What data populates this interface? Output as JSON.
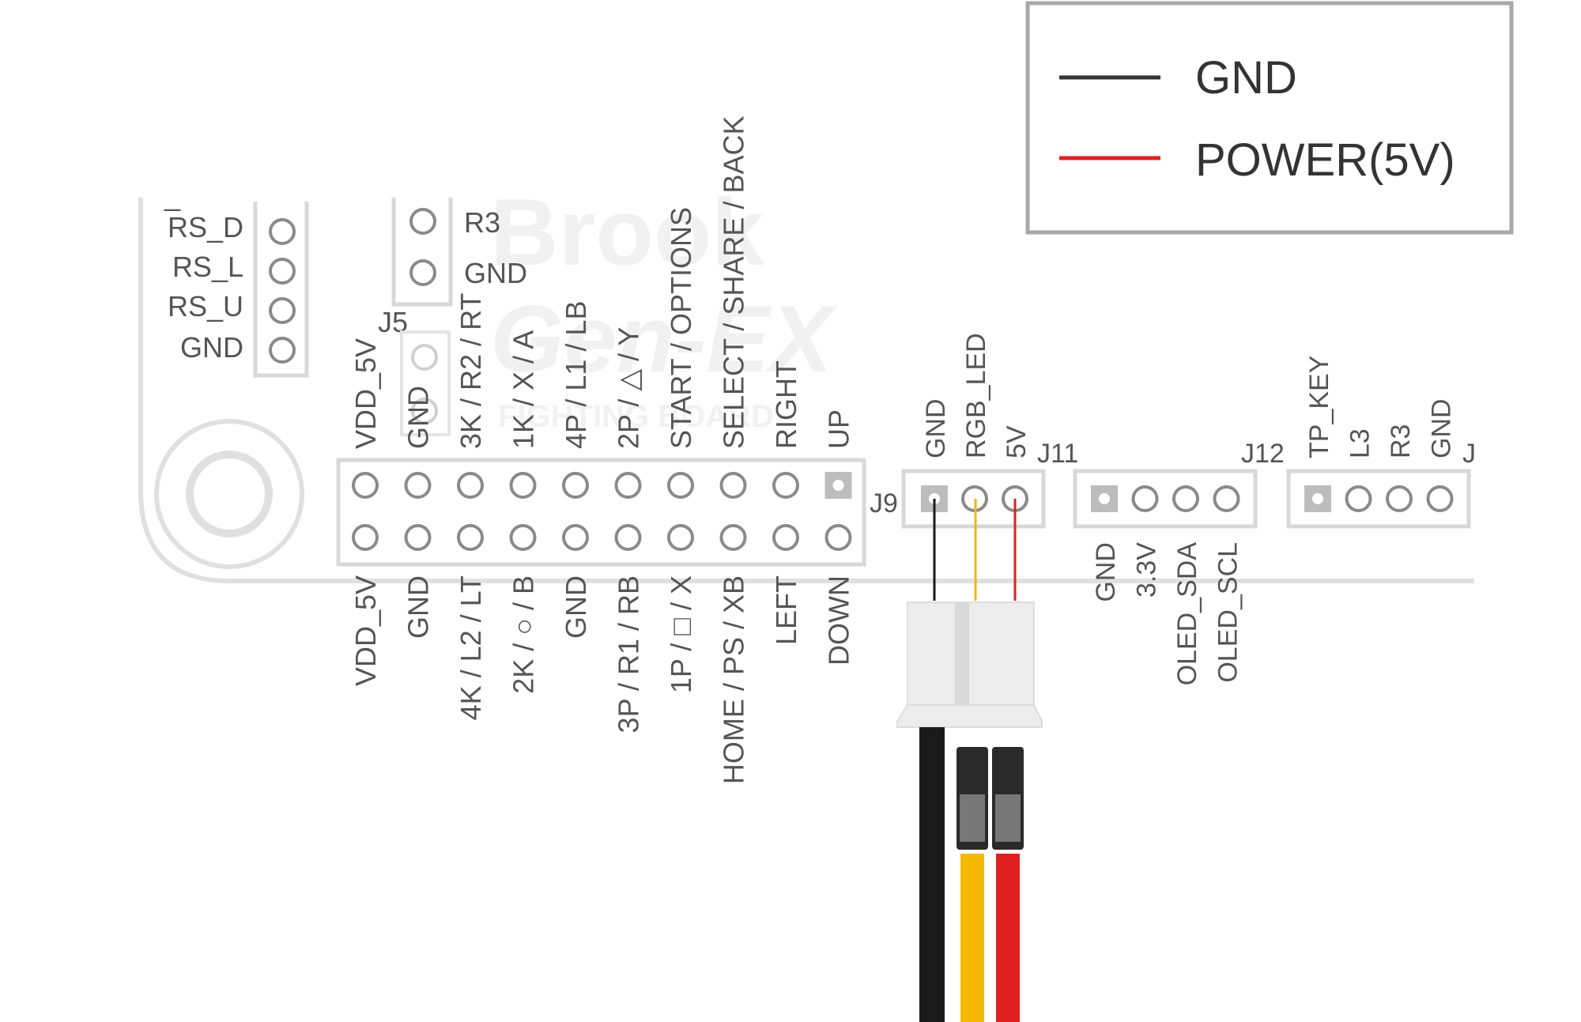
{
  "legend": {
    "items": [
      {
        "label": "GND",
        "color": "#333333"
      },
      {
        "label": "POWER(5V)",
        "color": "#e02020"
      }
    ]
  },
  "watermark": {
    "brand": "Brook",
    "product": "Gen-EX",
    "tagline": "FIGHTING BOARD"
  },
  "left_pins": [
    "RS_D",
    "RS_L",
    "RS_U",
    "GND"
  ],
  "small_header": {
    "pins": [
      "R3",
      "GND"
    ],
    "name": "J5"
  },
  "main_header": {
    "top": [
      "VDD_5V",
      "GND",
      "3K / R2 / RT",
      "1K / X / A",
      "4P / L1 / LB",
      "2P / △ / Y",
      "START / OPTIONS",
      "SELECT / SHARE / BACK",
      "RIGHT",
      "UP"
    ],
    "bottom": [
      "VDD_5V",
      "GND",
      "4K / L2 / LT",
      "2K / ○ / B",
      "GND",
      "3P / R1 / RB",
      "1P / □ / X",
      "HOME / PS / XB",
      "LEFT",
      "DOWN"
    ]
  },
  "j9": {
    "name": "J9",
    "pins": [
      "GND",
      "RGB_LED",
      "5V"
    ]
  },
  "j11": {
    "name": "J11",
    "pins": [
      "GND",
      "3.3V",
      "OLED_SDA",
      "OLED_SCL"
    ]
  },
  "j12": {
    "name": "J12",
    "pins": [
      "TP_KEY",
      "L3",
      "R3",
      "GND"
    ]
  },
  "j_partial": {
    "name": "J"
  },
  "wire_colors": {
    "gnd": "#1a1a1a",
    "led": "#f5b800",
    "vcc": "#e02020"
  }
}
